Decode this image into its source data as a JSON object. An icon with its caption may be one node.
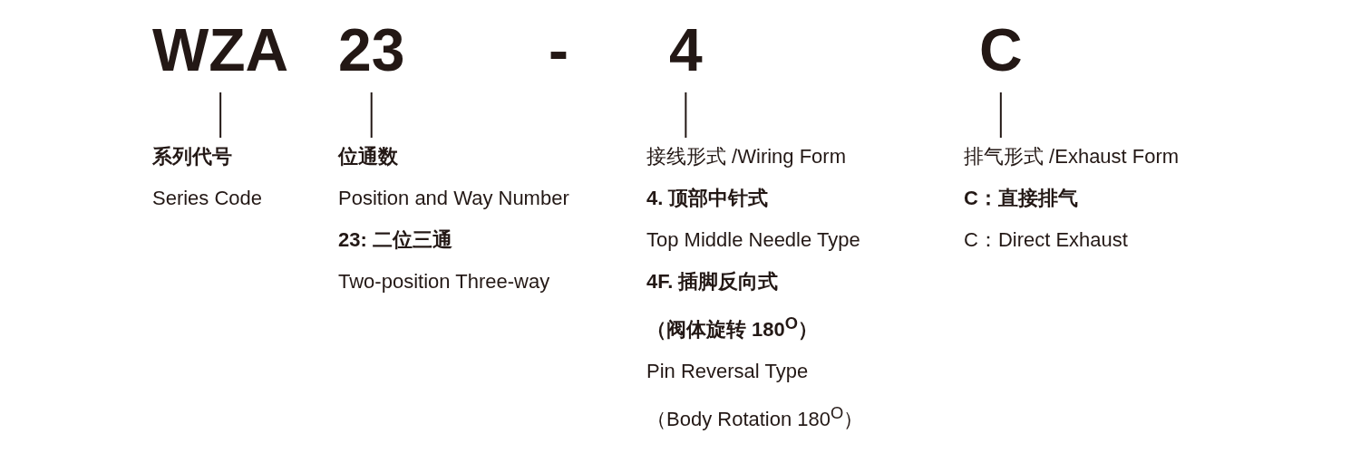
{
  "diagram": {
    "nodes": [
      {
        "text": [
          "WZA"
        ]
      },
      {
        "text": [
          "23"
        ]
      },
      {
        "text": [
          "4"
        ]
      },
      {
        "text": [
          "C"
        ]
      },
      {
        "text": [
          "系列代号",
          "Series Code"
        ]
      },
      {
        "text": [
          "位通数",
          "Position and Way Number",
          "23: 二位三通",
          "Two-position Three-way"
        ]
      },
      {
        "text": [
          "接线形式 /Wiring Form",
          "4. 顶部中针式",
          "Top Middle Needle Type",
          "4F. 插脚反向式",
          "（阀体旋转 180$^{O}$）",
          "Pin Reversal Type",
          "（Body Rotation 180$^{O}$）"
        ]
      },
      {
        "text": [
          "排气形式 /Exhaust Form",
          "C：直接排气",
          "C：Direct Exhaust"
        ]
      }
    ],
    "edges": [
      {
        "from": 0,
        "to": 4,
        "arrow": "none"
      },
      {
        "from": 1,
        "to": 5,
        "arrow": "none"
      },
      {
        "from": 2,
        "to": 6,
        "arrow": "none"
      },
      {
        "from": 3,
        "to": 7,
        "arrow": "none"
      }
    ],
    "labels": [
      "-"
    ]
  }
}
